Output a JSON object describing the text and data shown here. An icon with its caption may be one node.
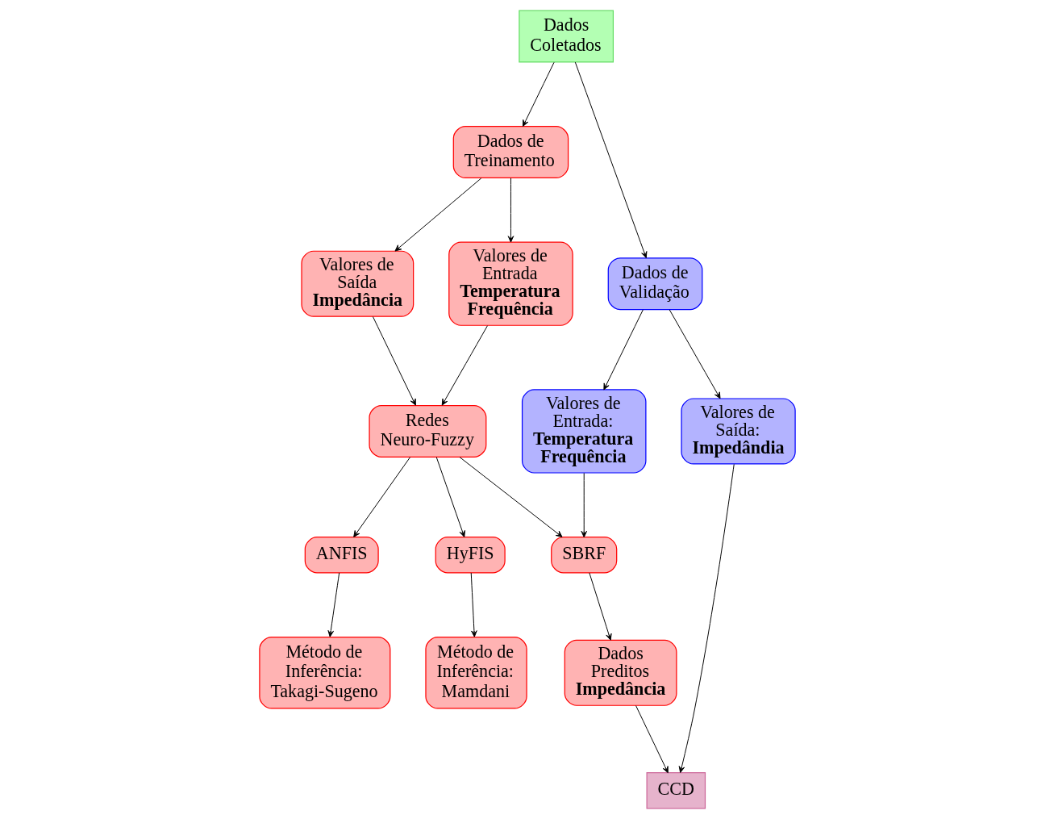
{
  "diagram": {
    "nodes": [
      {
        "text": [
          "Dados Coletados"
        ]
      },
      {
        "text": [
          "Dados de Treinamento"
        ]
      },
      {
        "text": [
          "Dados de Validação"
        ]
      },
      {
        "text": [
          "Valores de Entrada",
          "Temperatura Frequência"
        ]
      },
      {
        "text": [
          "Valores de Saída",
          "Impedância"
        ]
      },
      {
        "text": [
          "Valores de Entrada:",
          "Temperatura Frequência"
        ]
      },
      {
        "text": [
          "Valores de Saída:",
          "Impedândia"
        ]
      },
      {
        "text": [
          "CCD"
        ]
      },
      {
        "text": [
          "Redes Neuro-Fuzzy"
        ]
      },
      {
        "text": [
          "SBRF"
        ]
      },
      {
        "text": [
          "Dados Preditos",
          "Impedância"
        ]
      },
      {
        "text": [
          "HyFIS"
        ]
      },
      {
        "text": [
          "ANFIS"
        ]
      },
      {
        "text": [
          "Método de Inferência: Mamdani"
        ]
      },
      {
        "text": [
          "Método de Inferência: Takagi-Sugeno"
        ]
      }
    ],
    "edges": [
      {
        "from": 0,
        "to": 1,
        "arrow": "to"
      },
      {
        "from": 0,
        "to": 2,
        "arrow": "to"
      },
      {
        "from": 1,
        "to": 3,
        "arrow": "to"
      },
      {
        "from": 1,
        "to": 4,
        "arrow": "to"
      },
      {
        "from": 2,
        "to": 5,
        "arrow": "to"
      },
      {
        "from": 2,
        "to": 6,
        "arrow": "to"
      },
      {
        "from": 3,
        "to": 8,
        "arrow": "to"
      },
      {
        "from": 4,
        "to": 8,
        "arrow": "to"
      },
      {
        "from": 5,
        "to": 9,
        "arrow": "to"
      },
      {
        "from": 8,
        "to": 9,
        "arrow": "to"
      },
      {
        "from": 9,
        "to": 10,
        "arrow": "to"
      },
      {
        "from": 6,
        "to": 7,
        "arrow": "to"
      },
      {
        "from": 10,
        "to": 7,
        "arrow": "to"
      },
      {
        "from": 8,
        "to": 11,
        "arrow": "to"
      },
      {
        "from": 8,
        "to": 12,
        "arrow": "to"
      },
      {
        "from": 11,
        "to": 13,
        "arrow": "to"
      },
      {
        "from": 12,
        "to": 14,
        "arrow": "to"
      }
    ]
  }
}
